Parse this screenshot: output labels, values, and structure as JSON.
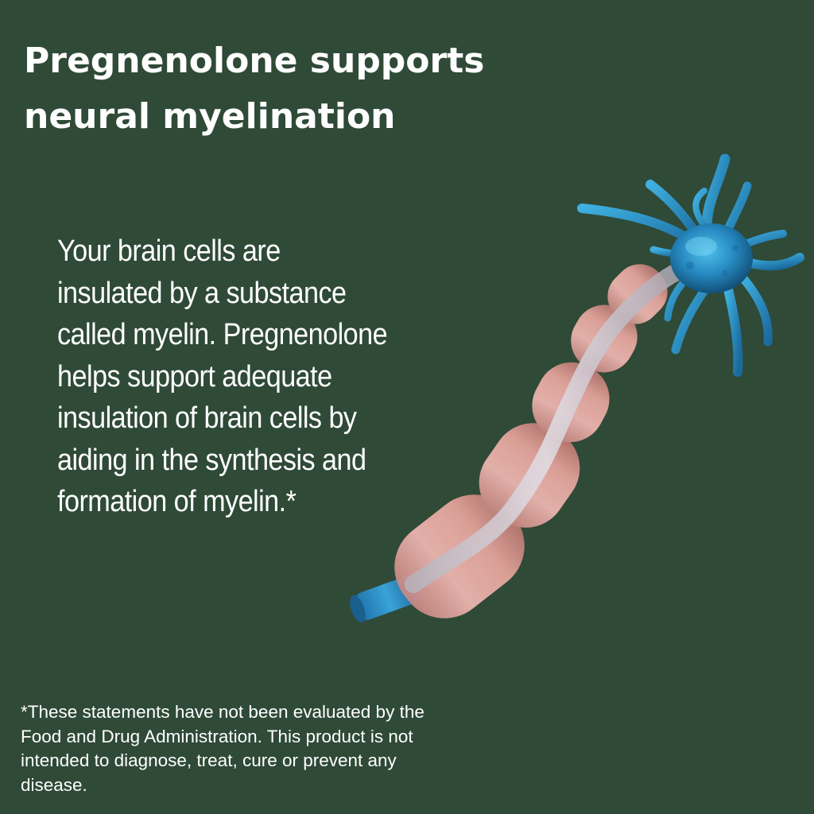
{
  "headline": "Pregnenolone supports\nneural myelination",
  "body_text": "Your brain cells are\ninsulated by a substance\ncalled myelin. Pregnenolone\nhelps support adequate\ninsulation of brain cells by\naiding in the synthesis and\nformation of myelin.*",
  "disclaimer": "*These statements have not been evaluated by the\nFood and Drug Administration. This product is not\nintended to diagnose, treat, cure or prevent any\ndisease.",
  "colors": {
    "background": "#2f4a37",
    "text": "#ffffff",
    "myelin_sheath": "#e7a9a3",
    "axon_core": "#c9c6cf",
    "neuron_body": "#2a8fc6"
  },
  "illustration": "neuron-with-myelinated-axon"
}
